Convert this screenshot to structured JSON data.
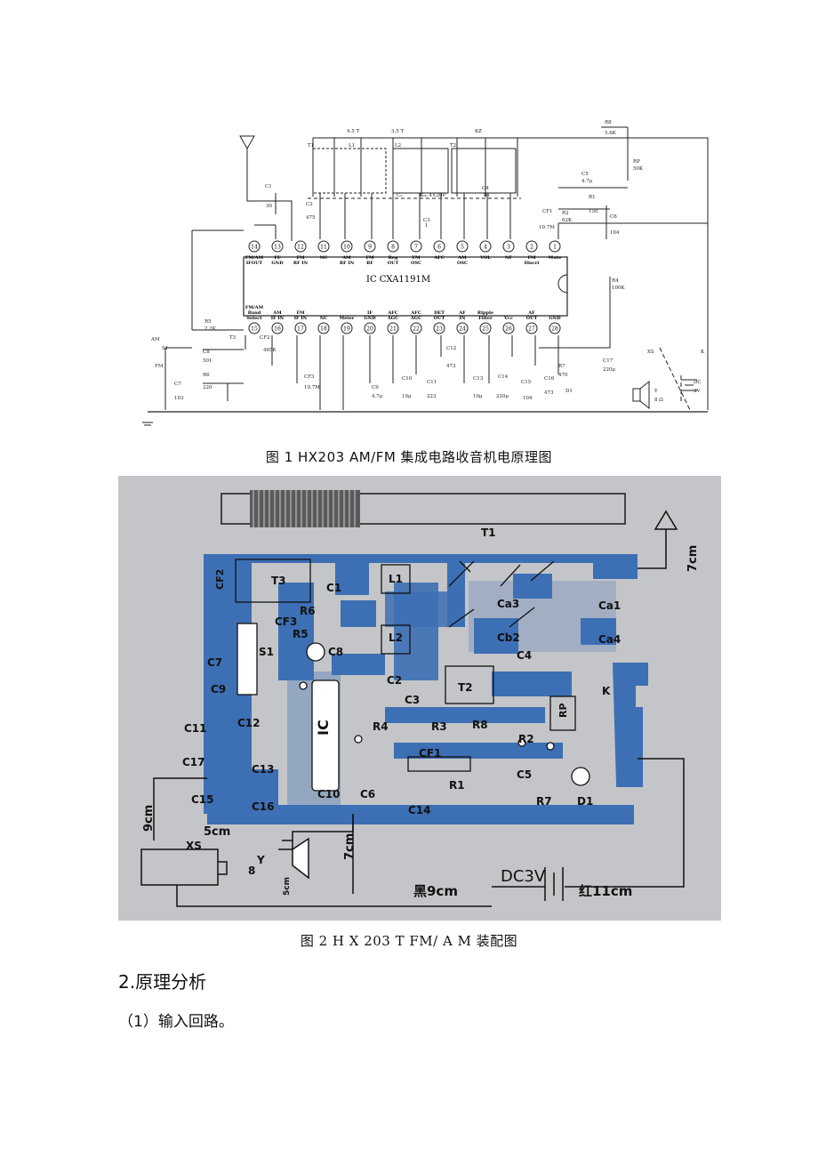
{
  "figure1": {
    "caption": "图 1  HX203 AM/FM 集成电路收音机电原理图",
    "ic_label": "IC  CXA1191M",
    "top_pins": [
      {
        "num": "14",
        "label": "FM/AM\nIFOUT"
      },
      {
        "num": "13",
        "label": "FE\nGND"
      },
      {
        "num": "12",
        "label": "FM\nRF IN"
      },
      {
        "num": "11",
        "label": "NC"
      },
      {
        "num": "10",
        "label": "AM\nRF IN"
      },
      {
        "num": "9",
        "label": "FM\nRF"
      },
      {
        "num": "8",
        "label": "Reg\nOUT"
      },
      {
        "num": "7",
        "label": "FM\nOSC"
      },
      {
        "num": "6",
        "label": "AFC"
      },
      {
        "num": "5",
        "label": "AM\nOSC"
      },
      {
        "num": "4",
        "label": "VOL"
      },
      {
        "num": "3",
        "label": "NF"
      },
      {
        "num": "2",
        "label": "FM\nDiscri"
      },
      {
        "num": "1",
        "label": "Mute"
      }
    ],
    "bottom_pins": [
      {
        "num": "15",
        "label": "FM/AM\nBand\nSelect"
      },
      {
        "num": "16",
        "label": "AM\nIF IN"
      },
      {
        "num": "17",
        "label": "FM\nIF IN"
      },
      {
        "num": "18",
        "label": "NC"
      },
      {
        "num": "19",
        "label": "Meter"
      },
      {
        "num": "20",
        "label": "IF\nGND"
      },
      {
        "num": "21",
        "label": "AFC\nAGC"
      },
      {
        "num": "22",
        "label": "AFC\nAGC"
      },
      {
        "num": "23",
        "label": "DET\nOUT"
      },
      {
        "num": "24",
        "label": "AF\nIN"
      },
      {
        "num": "25",
        "label": "Ripple\nFilter"
      },
      {
        "num": "26",
        "label": "Vcc"
      },
      {
        "num": "27",
        "label": "AF\nOUT"
      },
      {
        "num": "28",
        "label": "GND"
      }
    ],
    "component_labels": {
      "c1": "C1",
      "c1v": "30",
      "c2": "C2",
      "c2v": "475",
      "t1": "T1",
      "l1": "L1",
      "l2": "L2",
      "t2": "T2",
      "f45": "4.5 T",
      "f35": "3.5 T",
      "kz": "KZ",
      "c3": "C3",
      "c3v": "1",
      "c4": "C4",
      "c4v": "81",
      "r8": "R8",
      "r8v": "5.6K",
      "rp": "RP",
      "rpv": "50K",
      "c5": "C5",
      "c5v": "4.7μ",
      "r1": "R1",
      "r1v": "150",
      "cf1": "CF1",
      "cf1v": "10.7M",
      "r2": "R2",
      "r2v": "62K",
      "c6": "C6",
      "c6v": "104",
      "r4": "R4",
      "r4v": "100K",
      "am": "AM",
      "fm": "FM",
      "s1": "S1",
      "r5": "R5",
      "r5v": "2.2K",
      "c8": "C8",
      "c8v": "501",
      "t3": "T3",
      "cf2": "CF2",
      "cf2v": "465K",
      "c7": "C7",
      "c7v": "103",
      "r6": "R6",
      "r6v": "220",
      "cf3": "CF3",
      "cf3v": "10.7M",
      "c9": "C9",
      "c9v": "4.7μ",
      "c10": "C10",
      "c10v": "10μ",
      "c11": "C11",
      "c11v": "223",
      "c12": "C12",
      "c12v": "473",
      "c13": "C13",
      "c13v": "10μ",
      "c14": "C14",
      "c14v": "220μ",
      "c15": "C15",
      "c15v": "104",
      "c16": "C16",
      "c16v": "473",
      "r7": "R7",
      "r7v": "470",
      "d1": "D1",
      "c17": "C17",
      "c17v": "220μ",
      "xs": "XS",
      "k": "K",
      "y": "Y",
      "yv": "8 Ω",
      "dc": "DC",
      "dcv": "3V",
      "ceo": "C₀",
      "cbo": "C₀₀ 4×20P"
    }
  },
  "figure2": {
    "caption": "图 2 H X 203 T   FM/ A M  装配图",
    "labels": {
      "t1": "T1",
      "cm7a": "7cm",
      "cf2": "CF2",
      "t3": "T3",
      "c1": "C1",
      "l1": "L1",
      "l2": "L2",
      "cf3": "CF3",
      "r6": "R6",
      "r5": "R5",
      "c8": "C8",
      "s1": "S1",
      "c7": "C7",
      "c2": "C2",
      "ca3": "Ca3",
      "cb2": "Cb2",
      "ca1": "Ca1",
      "ca4": "Ca4",
      "c4": "C4",
      "c9": "C9",
      "c3": "C3",
      "t2": "T2",
      "k": "K",
      "c12": "C12",
      "c11": "C11",
      "ic": "IC",
      "r4": "R4",
      "r3": "R3",
      "r8": "R8",
      "rp": "RP",
      "r2": "R2",
      "c17": "C17",
      "c13": "C13",
      "cf1": "CF1",
      "c15": "C15",
      "c16": "C16",
      "c10": "C10",
      "c6": "C6",
      "r1": "R1",
      "c5": "C5",
      "c14": "C14",
      "r7": "R7",
      "d1": "D1",
      "cm9": "9cm",
      "cm5": "5cm",
      "xs": "XS",
      "y": "Y",
      "y8": "8",
      "cm5v": "5cm",
      "cm7b": "7cm",
      "black": "黑9cm",
      "dc": "DC3V",
      "red": "红11cm"
    }
  },
  "section_heading": "2.原理分析",
  "subheading": "（1）输入回路。",
  "colors": {
    "board_bg": "#c4c5c8",
    "trace": "#3d6fb4",
    "ink": "#111111"
  }
}
